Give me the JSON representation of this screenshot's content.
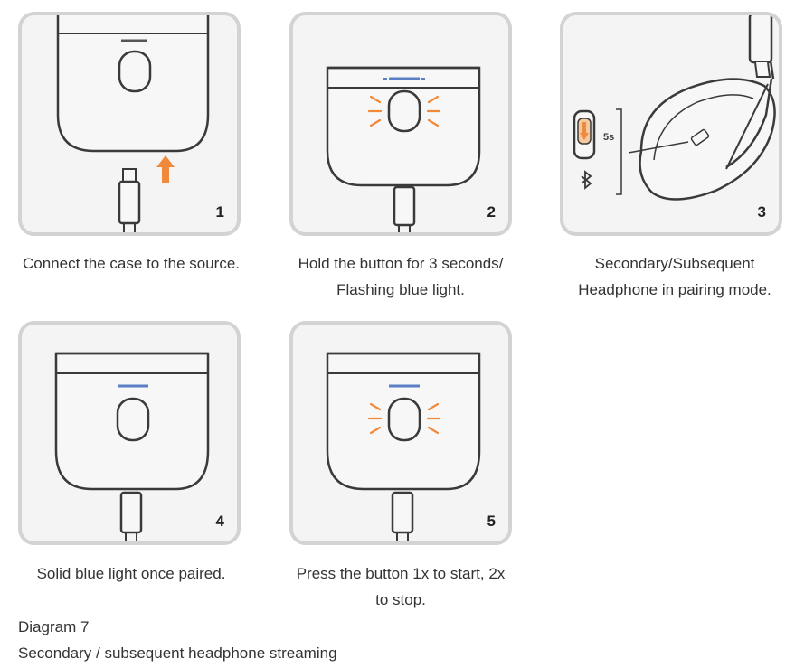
{
  "colors": {
    "outline": "#3a3a3a",
    "panel_bg": "#f4f4f4",
    "panel_border": "#d3d3d3",
    "blue_led": "#5b7fc4",
    "orange_accent": "#f08a3a"
  },
  "steps": [
    {
      "number": "1",
      "caption_lines": [
        "Connect the case to the source."
      ]
    },
    {
      "number": "2",
      "caption_lines": [
        "Hold the button for 3 seconds/",
        "Flashing blue light."
      ]
    },
    {
      "number": "3",
      "caption_lines": [
        "Secondary/Subsequent",
        "Headphone in pairing mode."
      ],
      "hold_label": "5s",
      "icon": "bluetooth-icon"
    },
    {
      "number": "4",
      "caption_lines": [
        "Solid blue light once paired."
      ]
    },
    {
      "number": "5",
      "caption_lines": [
        "Press the button 1x to start, 2x",
        "to stop."
      ]
    }
  ],
  "footer": {
    "diagram_label": "Diagram 7",
    "diagram_title": "Secondary / subsequent headphone streaming"
  }
}
